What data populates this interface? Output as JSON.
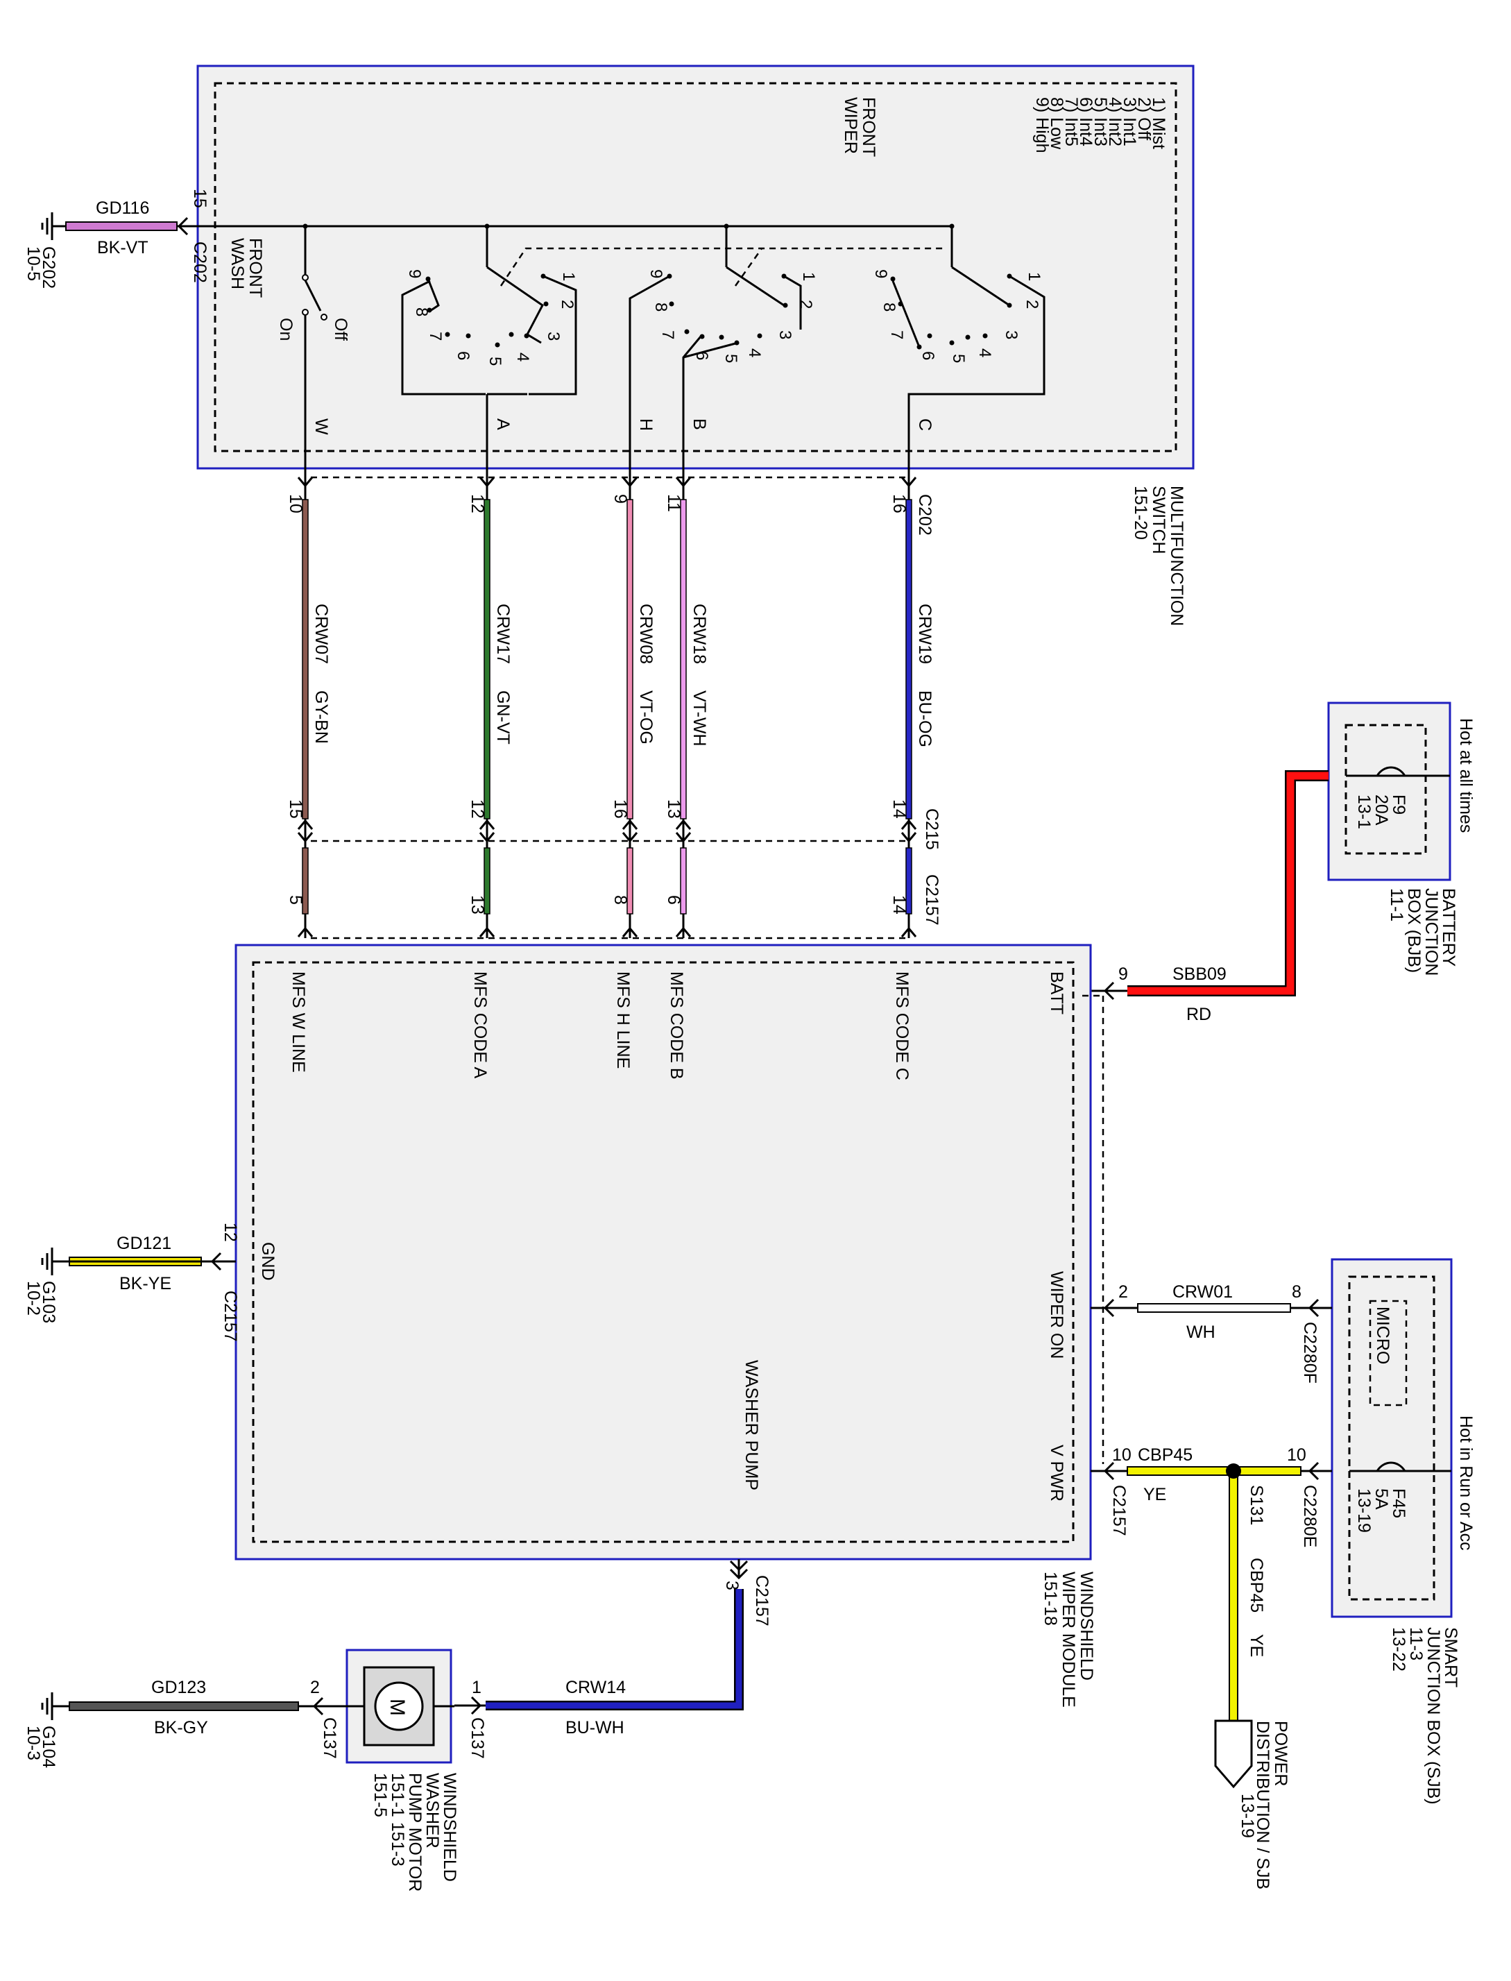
{
  "multifunction_switch": {
    "name_lines": [
      "MULTIFUNCTION",
      "SWITCH",
      "151-20"
    ],
    "front_wiper_lines": [
      "FRONT",
      "WIPER"
    ],
    "positions": [
      "1) Mist",
      "2) Off",
      "3) Int1",
      "4) Int2",
      "5) Int3",
      "6) Int4",
      "7) Int5",
      "8) Low",
      "9) High"
    ],
    "front_wash_lines": [
      "FRONT",
      "WASH"
    ],
    "wash_off": "Off",
    "wash_on": "On",
    "contact_numbers": [
      "1",
      "2",
      "3",
      "4",
      "5",
      "6",
      "7",
      "8",
      "9"
    ],
    "outputs": [
      "W",
      "A",
      "H",
      "B",
      "C"
    ]
  },
  "ground_g202": {
    "pin": "15",
    "connector": "C202",
    "circuit": "GD116",
    "color": "BK-VT",
    "ground": "G202",
    "ref": "10-5"
  },
  "harness_wires": [
    {
      "circuit": "CRW07",
      "color": "GY-BN",
      "switch_pin": "10",
      "c215_pin": "15",
      "c2157_pin": "5",
      "hex": "#8c5a50"
    },
    {
      "circuit": "CRW17",
      "color": "GN-VT",
      "switch_pin": "12",
      "c215_pin": "12",
      "c2157_pin": "13",
      "hex": "#2e7a2e"
    },
    {
      "circuit": "CRW08",
      "color": "VT-OG",
      "switch_pin": "9",
      "c215_pin": "16",
      "c2157_pin": "8",
      "hex": "#f08cb4"
    },
    {
      "circuit": "CRW18",
      "color": "VT-WH",
      "switch_pin": "11",
      "c215_pin": "13",
      "c2157_pin": "6",
      "hex": "#ec9aec"
    },
    {
      "circuit": "CRW19",
      "color": "BU-OG",
      "switch_pin": "16",
      "c215_pin": "14",
      "c2157_pin": "14",
      "hex": "#2828c8"
    }
  ],
  "connectors": {
    "c202": "C202",
    "c215": "C215",
    "c2157": "C2157"
  },
  "battery_junction_box": {
    "hot_label": "Hot at all times",
    "fuse": "F9",
    "amps": "20A",
    "ref": "13-1",
    "name_lines": [
      "BATTERY",
      "JUNCTION",
      "BOX (BJB)",
      "11-1"
    ]
  },
  "batt_feed": {
    "pin": "9",
    "circuit": "SBB09",
    "color": "RD",
    "hex": "#ff1010"
  },
  "wiper_module": {
    "pins": [
      "MFS W LINE",
      "MFS CODE A",
      "MFS H LINE",
      "MFS CODE B",
      "MFS CODE C"
    ],
    "batt": "BATT",
    "wiper_on": "WIPER ON",
    "v_pwr": "V PWR",
    "gnd": "GND",
    "washer_pump": "WASHER PUMP",
    "name_lines": [
      "WINDSHIELD",
      "WIPER MODULE",
      "151-18"
    ]
  },
  "ground_g103": {
    "pin": "12",
    "connector": "C2157",
    "circuit": "GD121",
    "color": "BK-YE",
    "ground": "G103",
    "ref": "10-2"
  },
  "wiper_on_wire": {
    "module_pin": "2",
    "sjb_pin": "8",
    "circuit": "CRW01",
    "color": "WH",
    "connector": "C2280F"
  },
  "vpwr_wire": {
    "module_pin": "10",
    "sjb_pin": "10",
    "circuit": "CBP45",
    "color": "YE",
    "module_connector": "C2157",
    "sjb_connector": "C2280E",
    "splice": "S131",
    "hex": "#f2f200"
  },
  "smart_junction_box": {
    "micro": "MICRO",
    "hot_label": "Hot in Run or Acc",
    "fuse": "F45",
    "amps": "5A",
    "ref": "13-19",
    "name_lines": [
      "SMART",
      "JUNCTION BOX (SJB)",
      "11-3",
      "13-22"
    ]
  },
  "power_dist": {
    "circuit": "CBP45",
    "color": "YE",
    "name_lines": [
      "POWER",
      "DISTRIBUTION / SJB"
    ],
    "ref": "13-19"
  },
  "pump_feed": {
    "module_pin": "3",
    "connector": "C2157",
    "circuit": "CRW14",
    "color": "BU-WH",
    "pump_pin": "1",
    "pump_connector": "C137",
    "hex": "#2020c0"
  },
  "washer_pump": {
    "motor": "M",
    "name_lines": [
      "WINDSHIELD",
      "WASHER",
      "PUMP MOTOR",
      "151-1    151-3",
      "151-5"
    ]
  },
  "ground_g104": {
    "pin": "2",
    "connector": "C137",
    "circuit": "GD123",
    "color": "BK-GY",
    "ground": "G104",
    "ref": "10-3"
  }
}
